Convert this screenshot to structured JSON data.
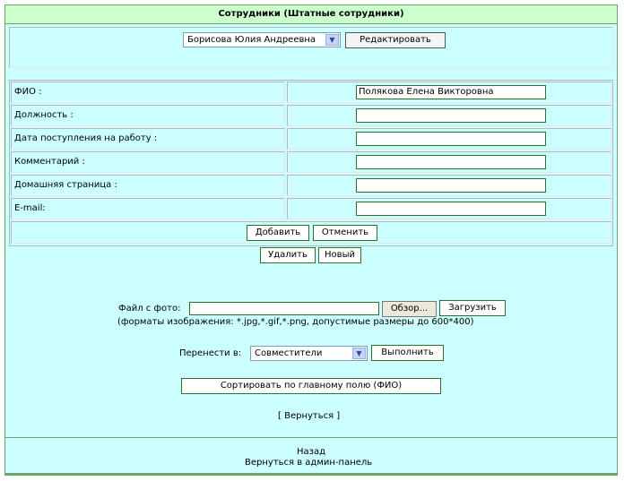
{
  "header": {
    "title": "Сотрудники (Штатные сотрудники)"
  },
  "top": {
    "employee_select": "Борисова Юлия Андреевна",
    "edit_button": "Редактировать"
  },
  "form": {
    "fields": [
      {
        "label": "ФИО :",
        "value": "Полякова Елена Викторовна"
      },
      {
        "label": "Должность :",
        "value": ""
      },
      {
        "label": "Дата поступления на работу :",
        "value": ""
      },
      {
        "label": "Комментарий :",
        "value": ""
      },
      {
        "label": "Домашняя страница :",
        "value": ""
      },
      {
        "label": "E-mail:",
        "value": ""
      }
    ],
    "add_button": "Добавить",
    "cancel_button": "Отменить"
  },
  "actions": {
    "delete_button": "Удалить",
    "new_button": "Новый"
  },
  "upload": {
    "label": "Файл с фото:",
    "file_value": "",
    "browse_button": "Обзор...",
    "upload_button": "Загрузить",
    "hint": "(форматы изображения: *.jpg,*.gif,*.png, допустимые размеры до 600*400)"
  },
  "move": {
    "label": "Перенести в:",
    "target_select": "Совместители",
    "execute_button": "Выполнить"
  },
  "sort_button": "Сортировать по главному полю (ФИО)",
  "back_link": "[ Вернуться ]",
  "footer": {
    "back": "Назад",
    "admin": "Вернуться в админ-панель"
  }
}
